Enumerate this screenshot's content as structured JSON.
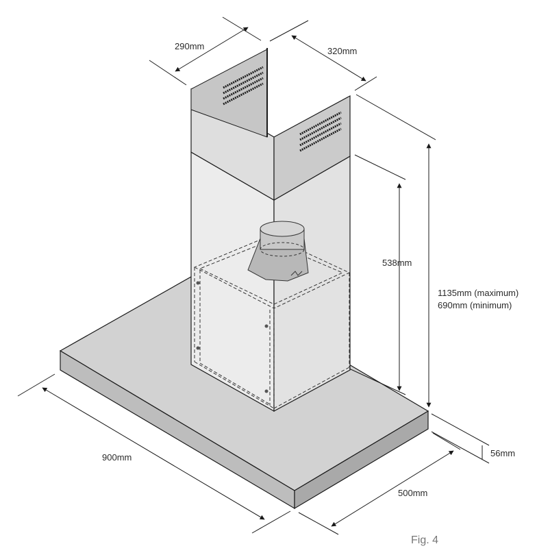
{
  "diagram": {
    "labels": {
      "top_depth": "290mm",
      "top_width": "320mm",
      "glass_height": "538mm",
      "total_height_max": "1135mm (maximum)",
      "total_height_min": "690mm (minimum)",
      "hood_thickness": "56mm",
      "hood_width": "900mm",
      "hood_depth": "500mm",
      "figure": "Fig. 4"
    },
    "colors": {
      "line": "#1a1a1a",
      "hood_top": "#d2d2d2",
      "hood_front": "#bdbdbd",
      "hood_side": "#a9a9a9",
      "chimney_left": "#dedede",
      "chimney_right": "#cbcbcb",
      "glass": "#ededed",
      "vent_slots": "#1e1e1e",
      "duct": "#c4c4c4"
    }
  }
}
